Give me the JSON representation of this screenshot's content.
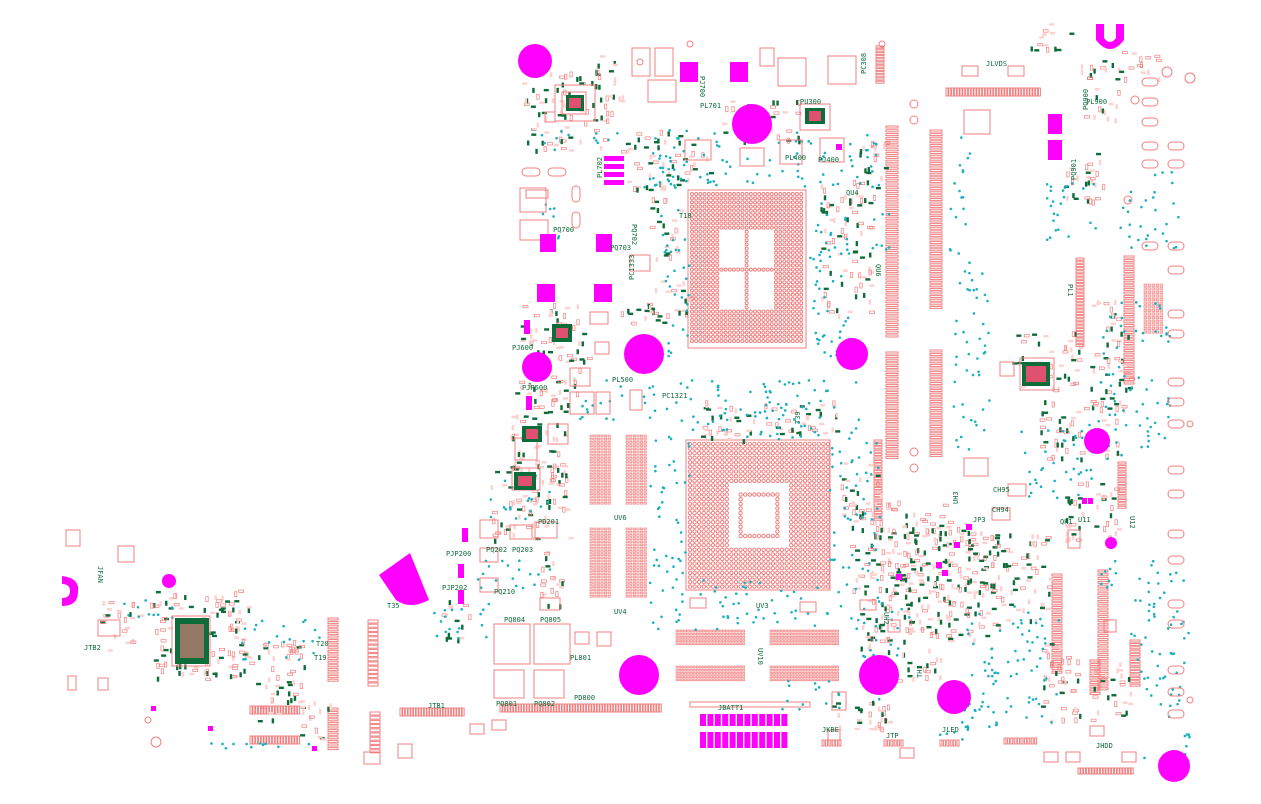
{
  "colors": {
    "background": "#ffffff",
    "pad_outline": "#f08080",
    "marker": "#ff00ff",
    "via": "#1ab0c0",
    "component_body": "#0e6b3a",
    "ref_text": "#0e6b3a"
  },
  "labels": {
    "jlvds": "JLVDS",
    "pj700": "PJ700",
    "pl701": "PL701",
    "pu300": "PU300",
    "pc308": "PC308",
    "pl400": "PL400",
    "pj400": "PJ400",
    "pl702": "PL702",
    "pq702": "PQ702",
    "pq703": "PQ703",
    "pq700": "PQ700",
    "pc1333": "PC1333",
    "qu4": "QU4",
    "t18": "T18",
    "qu6": "QU6",
    "pl900": "PL900",
    "pq900": "PQ900",
    "pq901": "PQ901",
    "pl1": "PL1",
    "pj600": "PJ600",
    "pjp500": "PJP500",
    "pl500": "PL500",
    "pc1321": "PC1321",
    "uv6": "UV6",
    "uv4": "UV4",
    "uv3": "UV3",
    "uv10": "UV10",
    "pl801": "PL801",
    "jbatt": "JBATT1",
    "jkbe": "JKBE",
    "jtp": "JTP",
    "jled": "JLED",
    "jhdd": "JHDD",
    "ch95": "CH95",
    "ch94": "CH94",
    "jp3": "JP3",
    "uh3": "UH3",
    "uh2": "UH2",
    "qh1": "QH1",
    "u11": "U11",
    "u12": "U12",
    "jfan": "JFAN",
    "jtb2": "JTB2",
    "jtb1": "JTB1",
    "t35": "T35",
    "t20": "T20",
    "t19": "T19",
    "pjp200": "PJP200",
    "pjp202": "PJP202",
    "pq202": "PQ202",
    "pq203": "PQ203",
    "pq210": "PQ210",
    "pq804": "PQ804",
    "pq805": "PQ805",
    "pq801": "PQ801",
    "pq802": "PQ802",
    "pd201": "PD201",
    "th1": "TH1",
    "t39": "T39",
    "pd800": "PD800"
  }
}
